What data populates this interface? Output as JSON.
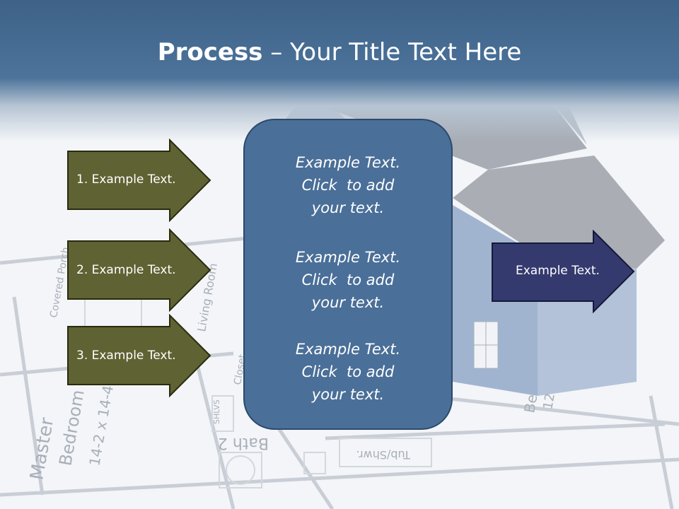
{
  "title": {
    "bold": "Process",
    "rest": " – Your Title Text Here"
  },
  "left_arrows": [
    {
      "label": "1. Example Text."
    },
    {
      "label": "2. Example Text."
    },
    {
      "label": "3. Example Text."
    }
  ],
  "center_panel": {
    "blocks": [
      {
        "lines": [
          "Example Text.",
          "Click  to add",
          "your text."
        ]
      },
      {
        "lines": [
          "Example Text.",
          "Click  to add",
          "your text."
        ]
      },
      {
        "lines": [
          "Example Text.",
          "Click  to add",
          "your text."
        ]
      }
    ]
  },
  "right_arrow": {
    "label": "Example Text."
  },
  "colors": {
    "header": "#4c739a",
    "left_arrow_fill": "#5f6232",
    "center_panel_fill": "#4a6f98",
    "right_arrow_fill": "#343a6e"
  },
  "background": {
    "blueprint_labels": [
      "Master",
      "Bedroom",
      "14-2 x 14-4",
      "Bath 2",
      "Tub/Shwr.",
      "Living Room",
      "Closet",
      "Covered Porch",
      "SHLVS",
      "Be",
      "12"
    ]
  }
}
